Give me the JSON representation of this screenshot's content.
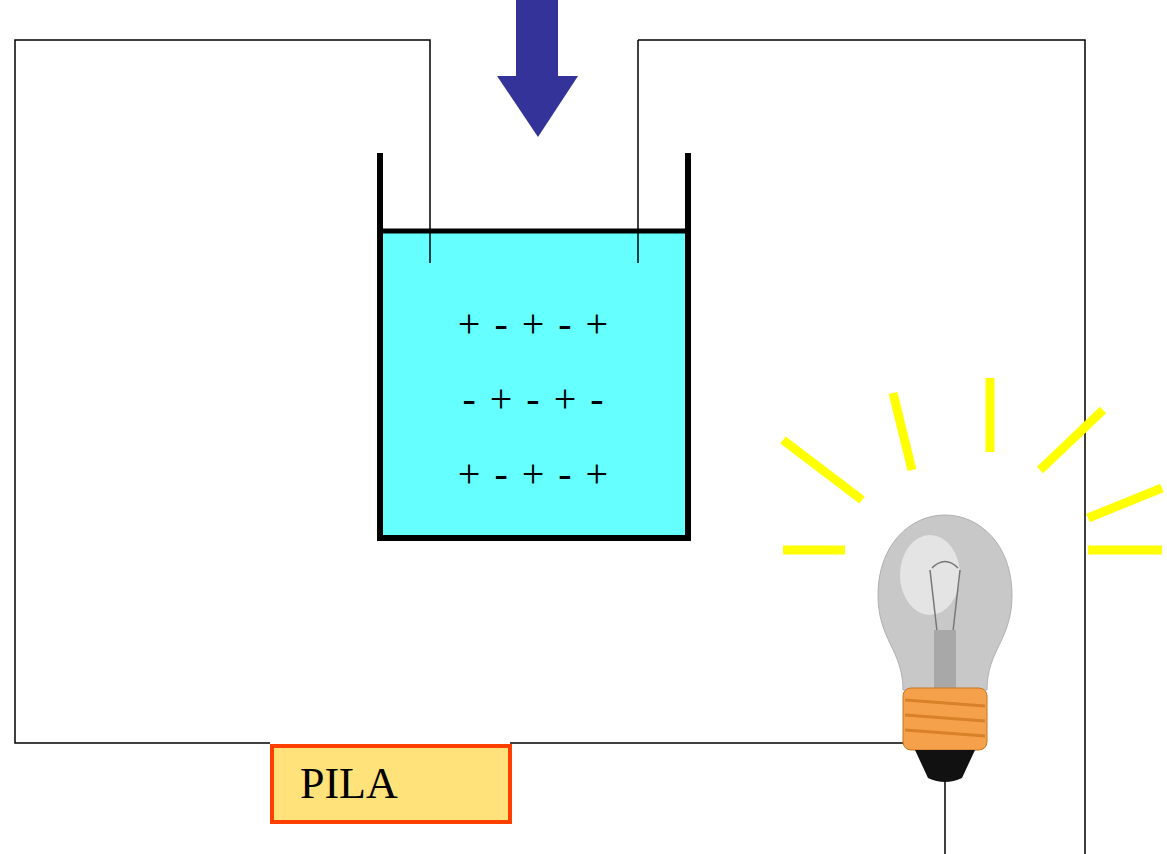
{
  "diagram": {
    "nodes": [
      {
        "text": [
          "+ - + - +",
          "- + - + -",
          "+ - + - +"
        ]
      },
      {
        "text": [
          "PILA"
        ]
      }
    ],
    "edges": [
      {
        "from": 1,
        "to": 0,
        "arrow": "none"
      }
    ]
  }
}
